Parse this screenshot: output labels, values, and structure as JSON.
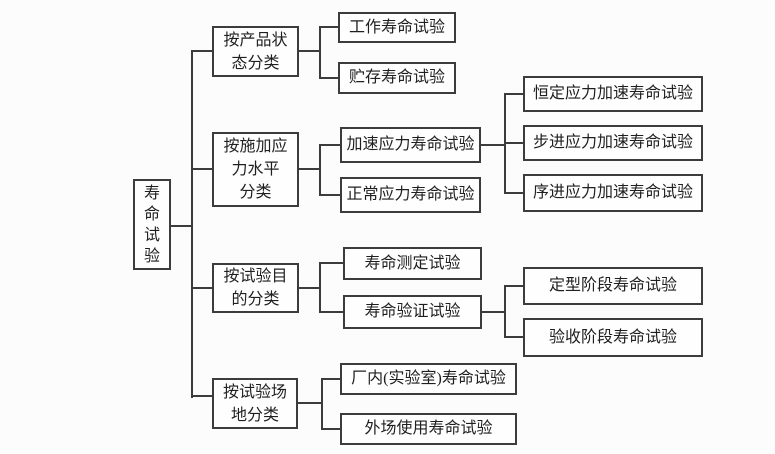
{
  "tree": {
    "root": {
      "label": "寿\n命\n试\n验"
    },
    "categories": [
      {
        "label": "按产品状\n态分类",
        "children": [
          {
            "label": "工作寿命试验"
          },
          {
            "label": "贮存寿命试验"
          }
        ]
      },
      {
        "label": "按施加应\n力水平\n分类",
        "children": [
          {
            "label": "加速应力寿命试验",
            "children": [
              {
                "label": "恒定应力加速寿命试验"
              },
              {
                "label": "步进应力加速寿命试验"
              },
              {
                "label": "序进应力加速寿命试验"
              }
            ]
          },
          {
            "label": "正常应力寿命试验"
          }
        ]
      },
      {
        "label": "按试验目\n的分类",
        "children": [
          {
            "label": "寿命测定试验"
          },
          {
            "label": "寿命验证试验",
            "children": [
              {
                "label": "定型阶段寿命试验"
              },
              {
                "label": "验收阶段寿命试验"
              }
            ]
          }
        ]
      },
      {
        "label": "按试验场\n地分类",
        "children": [
          {
            "label": "厂内(实验室)寿命试验"
          },
          {
            "label": "外场使用寿命试验"
          }
        ]
      }
    ]
  },
  "colors": {
    "background": "#fcfcfc",
    "border": "#3c3c3c",
    "text": "#1f1f1f",
    "box_fill": "#fefefe"
  }
}
